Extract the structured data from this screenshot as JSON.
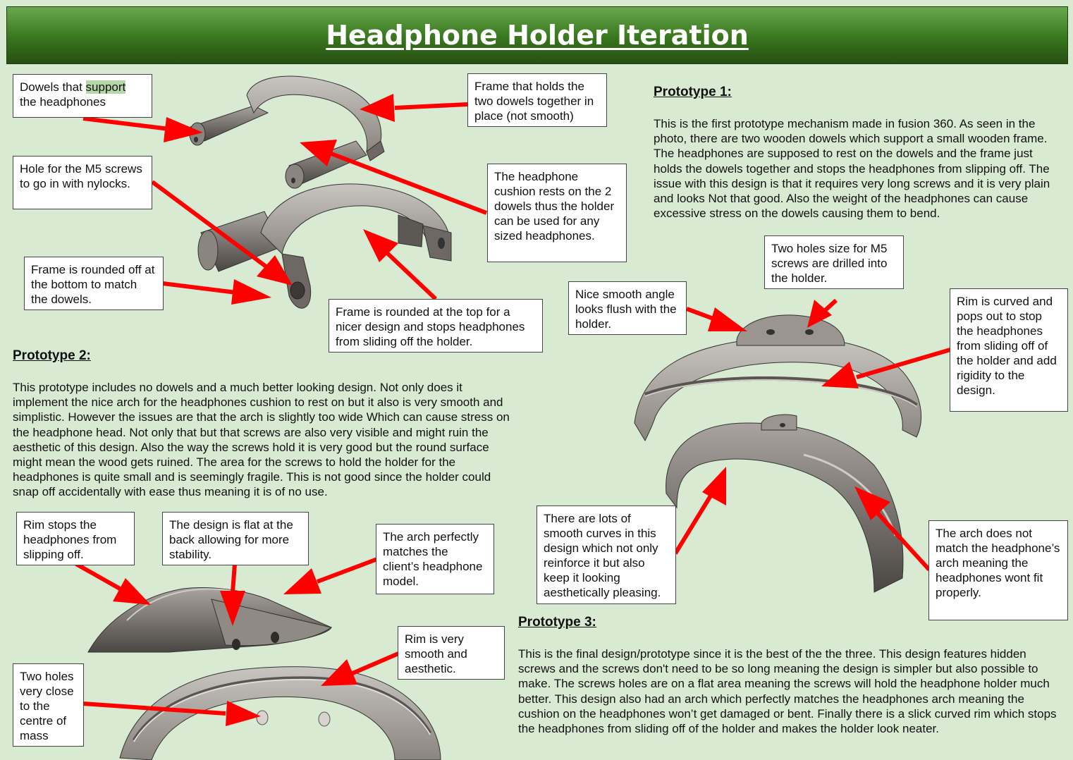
{
  "title": "Headphone Holder Iteration",
  "prototype1": {
    "heading": "Prototype 1:",
    "description": "This is the first prototype mechanism made in fusion 360. As seen in the photo, there are two wooden dowels which support a small wooden frame. The headphones are supposed to rest on the dowels and the frame just holds the dowels together and stops the headphones from slipping off. The issue with this design is that it requires very long screws and it is very plain and looks Not that good. Also the weight of the headphones can cause excessive stress on the dowels causing them to bend.",
    "callouts": {
      "dowels_pre": "Dowels that ",
      "dowels_highlight": "support",
      "dowels_post": " the headphones",
      "frame": "Frame that holds the two dowels together in place (not smooth)",
      "hole": "Hole for the M5 screws to go in with nylocks.",
      "cushion": "The headphone cushion rests on the 2 dowels thus the holder can be used for any sized headphones.",
      "rounded_bottom": "Frame is rounded off at the bottom to match the dowels.",
      "rounded_top": "Frame is rounded at the top for a nicer design and stops headphones from sliding off the holder."
    }
  },
  "prototype2": {
    "heading": "Prototype 2:",
    "description": "This prototype includes no dowels and a much better looking design. Not only does it implement the nice arch for the headphones cushion to rest on but it also is very smooth and simplistic. However the issues are that the arch is slightly too wide Which can cause stress on the headphone head. Not only that but that screws are also very visible and might ruin the aesthetic of this design. Also the way the screws hold it is very good but the round surface might mean the wood gets ruined. The area for the screws to hold the holder for the headphones is quite small and is seemingly fragile. This is not good since the holder could snap off accidentally with ease thus meaning it is of no use.",
    "callouts": {
      "nice_angle": "Nice smooth angle looks flush with the holder.",
      "two_holes": "Two holes size for M5 screws are drilled into the holder.",
      "rim_curved": "Rim is curved and pops out to stop the headphones from sliding off of the holder and add rigidity to the design.",
      "smooth_curves": "There are lots of smooth curves in this design which not only reinforce it but also keep it looking aesthetically pleasing.",
      "arch_not_match": "The arch does not match the headphone’s arch meaning the headphones wont fit properly."
    }
  },
  "prototype3": {
    "heading": "Prototype 3:",
    "description": "This is the final design/prototype since it is the best of the the three. This design features hidden screws and the screws don't need to be so long meaning the design is simpler but also possible to make. The screws holes are on a flat area meaning the screws will hold the headphone holder much better. This design also had an arch which perfectly matches the headphones arch meaning the cushion on the headphones won’t get damaged or bent. Finally there is a slick curved rim which stops the headphones from sliding off of the holder and makes the holder look neater.",
    "callouts": {
      "rim_stops": "Rim stops the headphones from slipping off.",
      "flat_back": "The design is flat at the back allowing for more stability.",
      "arch_matches": "The arch perfectly matches the client’s headphone model.",
      "rim_smooth": "Rim is very smooth and aesthetic.",
      "holes_centre": "Two holes very close to the centre of mass"
    }
  },
  "colors": {
    "background": "#d9ead3",
    "banner": "#38761d",
    "arrow": "#ff0000",
    "highlight": "#b6d7a8"
  }
}
